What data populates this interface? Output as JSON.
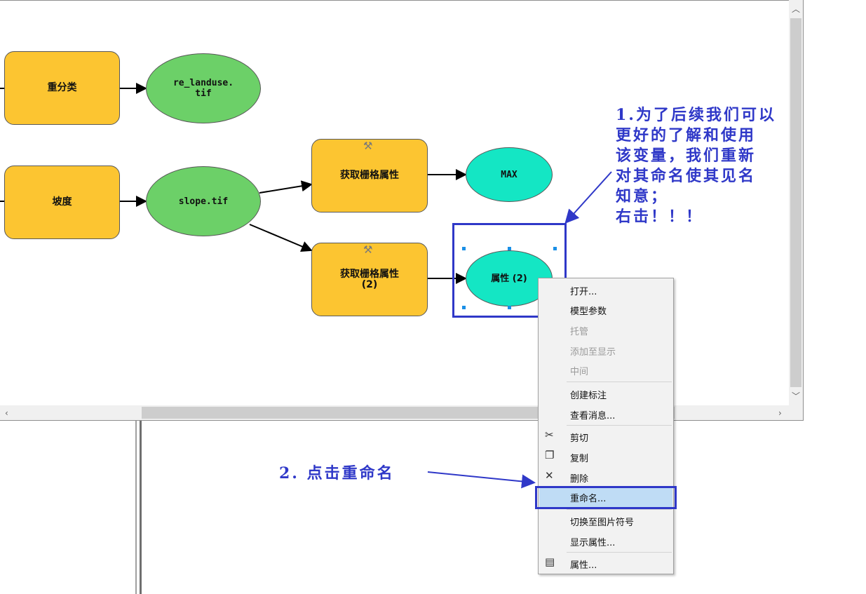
{
  "model": {
    "tools": {
      "reclassify": "重分类",
      "slope": "坡度",
      "get_raster_prop": "获取栅格属性",
      "get_raster_prop2_line1": "获取栅格属性",
      "get_raster_prop2_line2": "(2)"
    },
    "variables": {
      "re_landuse_line1": "re_landuse.",
      "re_landuse_line2": "tif",
      "slope_tif": "slope.tif",
      "max": "MAX",
      "prop2": "属性 (2)"
    },
    "colors": {
      "tool_fill": "#fcc531",
      "data_fill": "#6cd068",
      "value_fill": "#14e6c4",
      "annotation": "#2f38c8"
    }
  },
  "context_menu": {
    "open": "打开...",
    "model_param": "模型参数",
    "managed": "托管",
    "add_to_display": "添加至显示",
    "intermediate": "中间",
    "create_label": "创建标注",
    "view_messages": "查看消息...",
    "cut": "剪切",
    "copy": "复制",
    "delete": "删除",
    "rename": "重命名...",
    "switch_graphic": "切换至图片符号",
    "display_props": "显示属性...",
    "properties": "属性..."
  },
  "annotations": {
    "note1": "1.为了后续我们可以\n更好的了解和使用\n该变量，我们重新\n对其命名使其见名\n知意；\n右击！！！",
    "note2": "2. 点击重命名"
  },
  "icons": [
    "hammer-icon",
    "scissors-icon",
    "copy-icon",
    "delete-x-icon",
    "properties-icon",
    "scroll-up-icon",
    "scroll-down-icon",
    "scroll-left-icon",
    "scroll-right-icon"
  ]
}
